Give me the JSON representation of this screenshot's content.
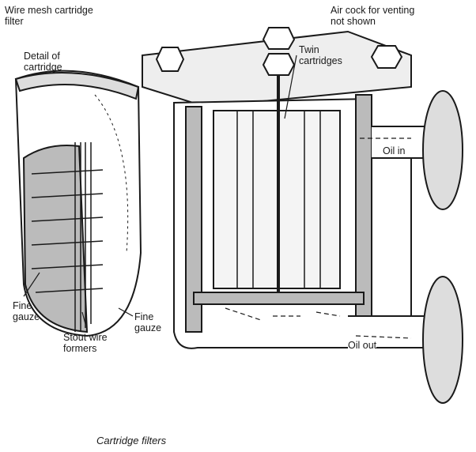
{
  "labels": {
    "wire_mesh": "Wire mesh cartridge\nfilter",
    "air_cock": "Air cock for venting\nnot shown",
    "detail": "Detail of\ncartridge",
    "twin": "Twin\ncartridges",
    "oil_in": "Oil in",
    "oil_out": "Oil out",
    "fine_gauze_left": "Fine\ngauze",
    "fine_gauze_right": "Fine\ngauze",
    "stout_wire": "Stout wire\nformers"
  },
  "caption": "Cartridge filters"
}
